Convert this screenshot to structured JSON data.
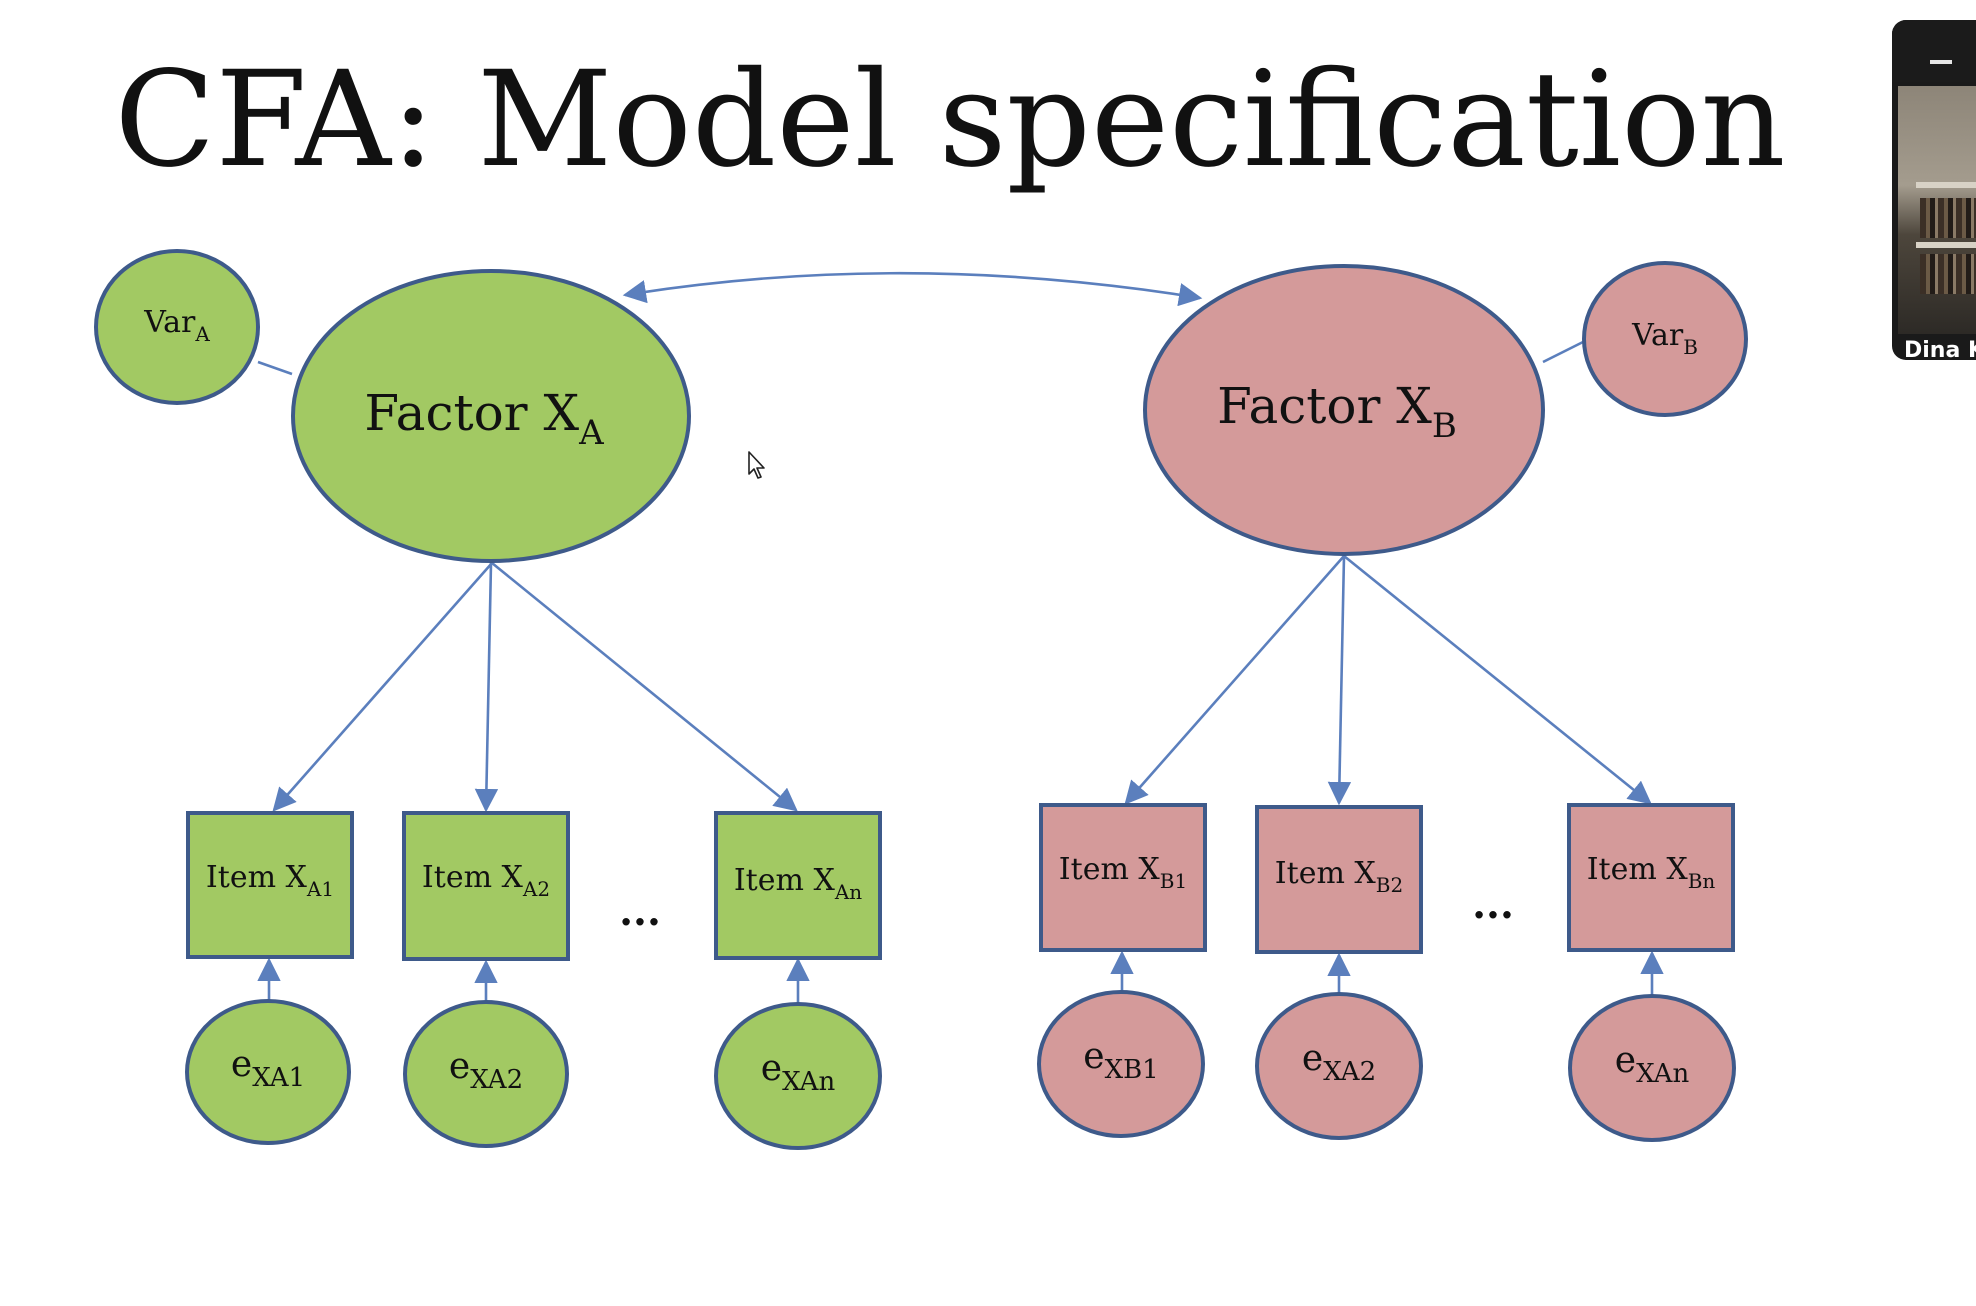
{
  "slide": {
    "title": "CFA: Model specification",
    "factors": [
      {
        "id": "A",
        "label": "Factor X",
        "sub": "A",
        "variance_label": "Var",
        "variance_sub": "A",
        "color": "#a2c963"
      },
      {
        "id": "B",
        "label": "Factor X",
        "sub": "B",
        "variance_label": "Var",
        "variance_sub": "B",
        "color": "#d49a9a"
      }
    ],
    "items_a": [
      {
        "label": "Item X",
        "sub": "A1",
        "error_label": "e",
        "error_sub": "XA1"
      },
      {
        "label": "Item X",
        "sub": "A2",
        "error_label": "e",
        "error_sub": "XA2"
      },
      {
        "label": "Item X",
        "sub": "An",
        "error_label": "e",
        "error_sub": "XAn"
      }
    ],
    "items_b": [
      {
        "label": "Item X",
        "sub": "B1",
        "error_label": "e",
        "error_sub": "XB1"
      },
      {
        "label": "Item X",
        "sub": "B2",
        "error_label": "e",
        "error_sub": "XA2"
      },
      {
        "label": "Item X",
        "sub": "Bn",
        "error_label": "e",
        "error_sub": "XAn"
      }
    ],
    "ellipsis": "...",
    "colors": {
      "outline": "#3e5a8a",
      "arrow": "#5b7fbd"
    }
  },
  "video": {
    "participant_name": "Dina K",
    "minimize_icon": "minimize-icon"
  }
}
